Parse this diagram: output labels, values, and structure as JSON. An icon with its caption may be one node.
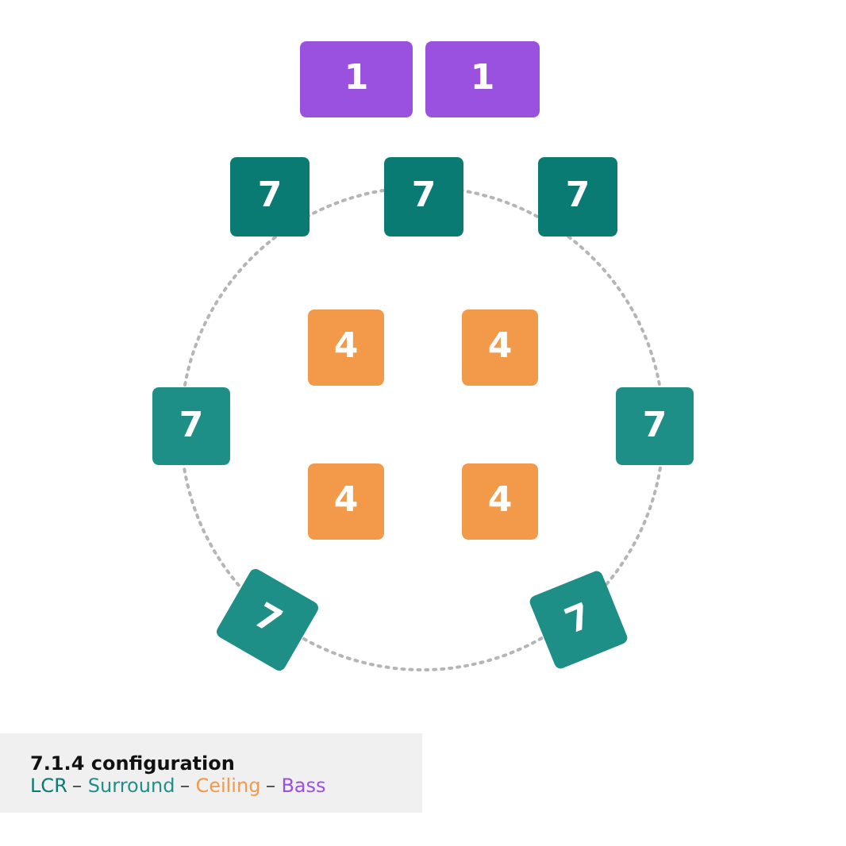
{
  "diagram": {
    "title": "7.1.4 configuration",
    "nodes": [
      {
        "text": [
          "1"
        ]
      },
      {
        "text": [
          "1"
        ]
      },
      {
        "text": [
          "7"
        ]
      },
      {
        "text": [
          "7"
        ]
      },
      {
        "text": [
          "7"
        ]
      },
      {
        "text": [
          "4"
        ]
      },
      {
        "text": [
          "4"
        ]
      },
      {
        "text": [
          "7"
        ]
      },
      {
        "text": [
          "7"
        ]
      },
      {
        "text": [
          "4"
        ]
      },
      {
        "text": [
          "4"
        ]
      },
      {
        "text": [
          "7"
        ]
      },
      {
        "text": [
          "7"
        ]
      }
    ],
    "legend": [
      {
        "text": "LCR",
        "color": "#0a7b73"
      },
      {
        "text": "Surround",
        "color": "#1e8f87"
      },
      {
        "text": "Ceiling",
        "color": "#f2994a"
      },
      {
        "text": "Bass",
        "color": "#9b51e0"
      }
    ]
  }
}
